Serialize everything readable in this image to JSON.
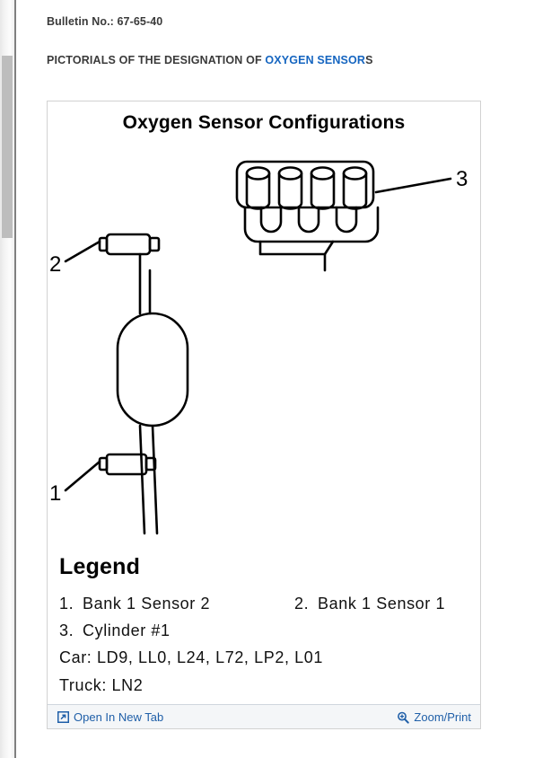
{
  "document": {
    "bulletin_label": "Bulletin No.: 67-65-40",
    "heading_prefix": "PICTORIALS OF THE DESIGNATION OF ",
    "heading_link": "OXYGEN SENSOR",
    "heading_suffix": "S"
  },
  "figure": {
    "title": "Oxygen Sensor Configurations",
    "callouts": [
      {
        "id": "callout-1",
        "label": "1"
      },
      {
        "id": "callout-2",
        "label": "2"
      },
      {
        "id": "callout-3",
        "label": "3"
      }
    ]
  },
  "legend": {
    "title": "Legend",
    "items": [
      {
        "number": "1.",
        "text": "Bank 1 Sensor 2"
      },
      {
        "number": "2.",
        "text": "Bank 1 Sensor 1"
      },
      {
        "number": "3.",
        "text": "Cylinder #1"
      }
    ],
    "applications": [
      "Car: LD9, LL0, L24, L72, LP2, L01",
      "Truck: LN2"
    ]
  },
  "toolbar": {
    "open_new_tab_label": "Open In New Tab",
    "open_new_tab_icon": "external-window-icon",
    "zoom_print_label": "Zoom/Print",
    "zoom_print_icon": "magnifier-plus-icon"
  },
  "colors": {
    "link": "#1565c0",
    "toolbar_link": "#1f5fa8",
    "heading_text": "#3a3a3a",
    "panel_border": "#d2d2d2",
    "toolbar_bg": "#f4f6f8",
    "scrollbar_thumb": "#bdbdbd"
  }
}
